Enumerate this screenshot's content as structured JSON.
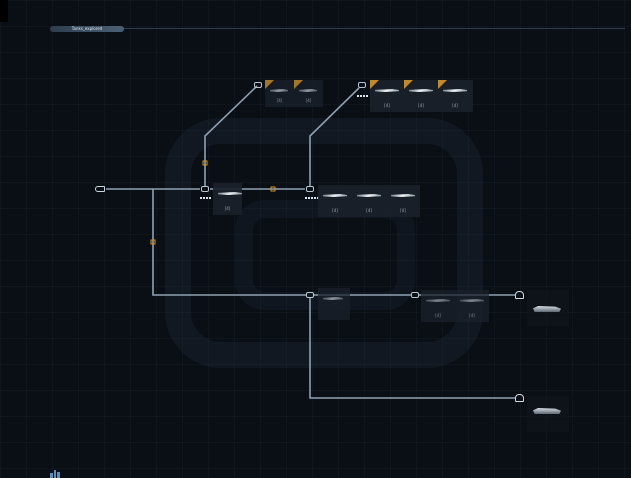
{
  "header": {
    "title": "Tanks_explored"
  },
  "colors": {
    "background": "#0a0f16",
    "line": "#8fa1b2",
    "line_glow": "#c8d5e1",
    "xp_marker": "#d5951f",
    "premium_corner": "#c08a2a"
  },
  "tree": {
    "start_node": {
      "icon": "tank-outline-icon"
    },
    "nodes": [
      {
        "id": "n1",
        "modules": [
          {
            "count": "[4]",
            "premium": false
          }
        ]
      },
      {
        "id": "n2",
        "modules": [
          {
            "count": "[4]",
            "premium": false
          },
          {
            "count": "[4]",
            "premium": false
          },
          {
            "count": "[4]",
            "premium": false
          }
        ]
      },
      {
        "id": "n3",
        "modules": [
          {
            "count": "[4]",
            "premium": true
          },
          {
            "count": "[4]",
            "premium": true
          }
        ]
      },
      {
        "id": "n4",
        "modules": [
          {
            "count": "[4]",
            "premium": true
          },
          {
            "count": "[4]",
            "premium": true
          },
          {
            "count": "[4]",
            "premium": true
          }
        ]
      },
      {
        "id": "n5",
        "modules": [
          {
            "count": "",
            "premium": false
          }
        ]
      },
      {
        "id": "n6",
        "modules": [
          {
            "count": "[4]",
            "premium": false
          },
          {
            "count": "[4]",
            "premium": false
          }
        ]
      }
    ],
    "vehicles": [
      {
        "id": "v1",
        "icon": "helmet-icon"
      },
      {
        "id": "v2",
        "icon": "helmet-icon"
      }
    ]
  },
  "footer": {
    "icon": "stats-icon"
  }
}
